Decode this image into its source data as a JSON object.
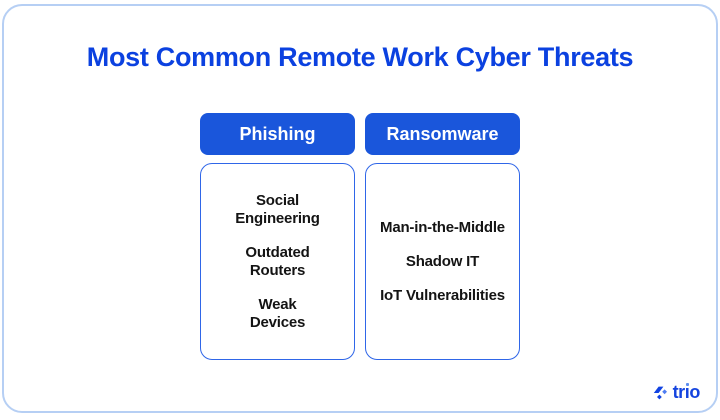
{
  "header": {
    "title": "Most Common Remote Work Cyber Threats"
  },
  "columns": [
    {
      "header": "Phishing",
      "items": [
        "Social\nEngineering",
        "Outdated\nRouters",
        "Weak\nDevices"
      ]
    },
    {
      "header": "Ransomware",
      "items": [
        "Man-in-the-Middle",
        "Shadow IT",
        "IoT Vulnerabilities"
      ]
    }
  ],
  "logo": {
    "part_tr": "tr",
    "part_i": "ı",
    "part_o": "o"
  },
  "colors": {
    "title_blue": "#0b41e0",
    "button_blue": "#1a56db",
    "box_border_blue": "#2f66e8",
    "card_border_blue": "#b6cff4",
    "logo_blue": "#1544df",
    "logo_dot_blue": "#5b8cf0",
    "item_text": "#141414"
  }
}
